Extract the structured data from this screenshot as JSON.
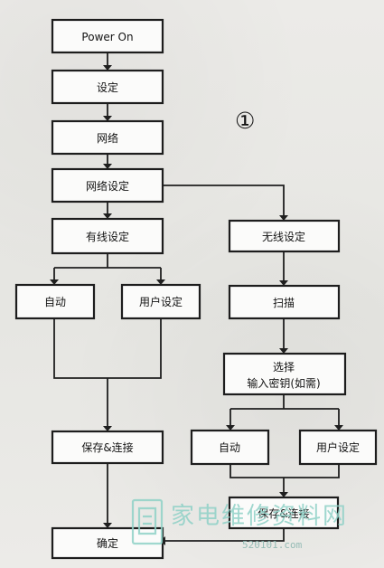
{
  "diagram": {
    "marker": "①",
    "nodes": {
      "power_on": "Power On",
      "settings": "设定",
      "network": "网络",
      "network_settings": "网络设定",
      "wired_settings": "有线设定",
      "wired_auto": "自动",
      "wired_user": "用户设定",
      "wired_save_connect": "保存&连接",
      "confirm": "确定",
      "wireless_settings": "无线设定",
      "scan": "扫描",
      "select_line1": "选择",
      "select_line2": "输入密钥(如需)",
      "wireless_auto": "自动",
      "wireless_user": "用户设定",
      "wireless_save_connect": "保存&连接"
    }
  },
  "watermark": {
    "text": "家电维修资料网",
    "url": "520101.com"
  }
}
